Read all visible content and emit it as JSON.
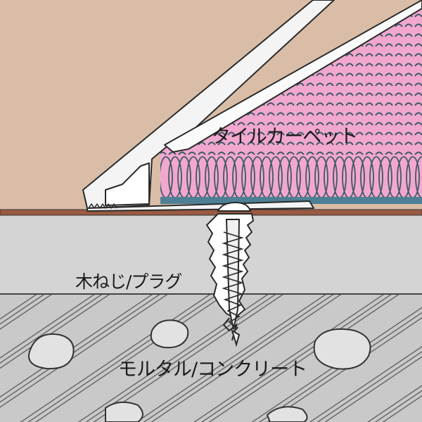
{
  "labels": {
    "carpet": "タイルカーペット",
    "screw": "木ねじ/プラグ",
    "concrete": "モルタル/コンクリート"
  },
  "colors": {
    "wall": "#d9bda7",
    "carpet_pink": "#f2a7cf",
    "carpet_pattern": "#3d5a66",
    "backing": "#4d7f95",
    "floor_strip": "#9b5a43",
    "mortar": "#d4d4d4",
    "concrete": "#c9c9c9",
    "aggregate": "#e2e2e2",
    "profile": "#f4f4f4",
    "outline": "#2a2a2a"
  }
}
